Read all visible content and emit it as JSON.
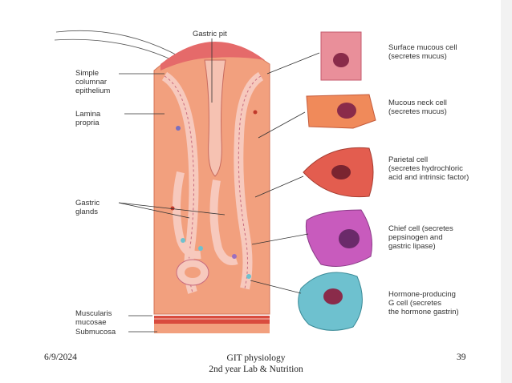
{
  "diagram": {
    "labels": {
      "gastric_pit": "Gastric pit",
      "simple_columnar_epithelium": "Simple\ncolumnar\nepithelium",
      "lamina_propria": "Lamina\npropria",
      "gastric_glands": "Gastric\nglands",
      "muscularis_mucosae": "Muscularis\nmucosae",
      "submucosa": "Submucosa",
      "surface_mucous_cell": "Surface mucous cell\n(secretes mucus)",
      "mucous_neck_cell": "Mucous neck cell\n(secretes mucus)",
      "parietal_cell": "Parietal cell\n(secretes hydrochloric\nacid and intrinsic factor)",
      "chief_cell": "Chief cell (secretes\npepsinogen and\ngastric lipase)",
      "g_cell": "Hormone-producing\nG cell (secretes\nthe hormone gastrin)"
    },
    "colors": {
      "tissue": "#f2a07e",
      "epithelium": "#f7c9bd",
      "surface_mucous": "#e98f9a",
      "mucous_neck": "#f08a5a",
      "parietal": "#e35d4f",
      "chief": "#c85bbd",
      "g_cell": "#6ec1cf"
    }
  },
  "footer": {
    "date": "6/9/2024",
    "title_line1": "GIT physiology",
    "title_line2": "2nd year Lab & Nutrition",
    "page_number": "39"
  }
}
